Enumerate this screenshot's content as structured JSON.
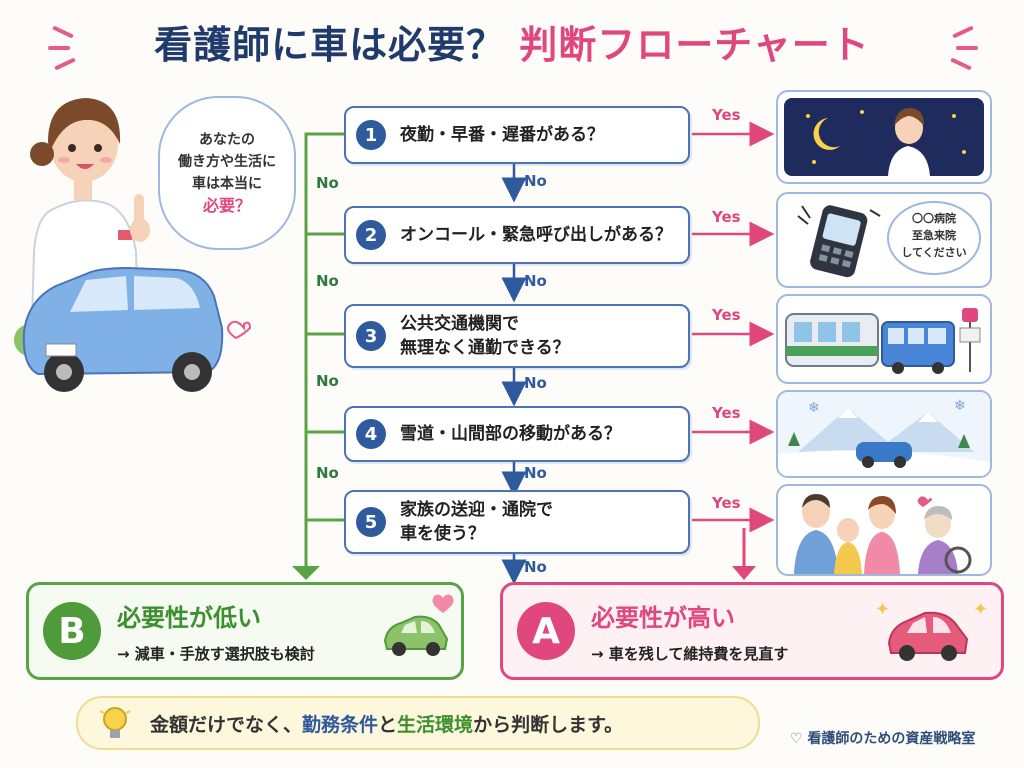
{
  "title": {
    "part1": "看護師に車は必要？",
    "part2": "判断フローチャート"
  },
  "speech": {
    "line1": "あなたの",
    "line2": "働き方や生活に",
    "line3": "車は本当に",
    "line4": "必要？"
  },
  "questions": [
    {
      "num": "1",
      "text": "夜勤・早番・遅番がある？"
    },
    {
      "num": "2",
      "text": "オンコール・緊急呼び出しがある？"
    },
    {
      "num": "3",
      "text": "公共交通機関で\n無理なく通勤できる？"
    },
    {
      "num": "4",
      "text": "雪道・山間部の移動がある？"
    },
    {
      "num": "5",
      "text": "家族の送迎・通院で\n車を使う？"
    }
  ],
  "labels": {
    "yes": "Yes",
    "no": "No"
  },
  "phone_bubble": {
    "line1": "〇〇病院",
    "line2": "至急来院",
    "line3": "してください"
  },
  "result_b": {
    "badge": "B",
    "head": "必要性が低い",
    "sub": "→ 減車・手放す選択肢も検討"
  },
  "result_a": {
    "badge": "A",
    "head": "必要性が高い",
    "sub": "→ 車を残して維持費を見直す"
  },
  "note": {
    "pre": "金額だけでなく、",
    "kw1": "勤務条件",
    "mid": "と",
    "kw2": "生活環境",
    "post": "から判断します。"
  },
  "footer": "看護師のための資産戦略室",
  "colors": {
    "navy": "#1f3a6b",
    "pink": "#e0487d",
    "blue": "#2f5a9e",
    "green": "#5aa344"
  }
}
